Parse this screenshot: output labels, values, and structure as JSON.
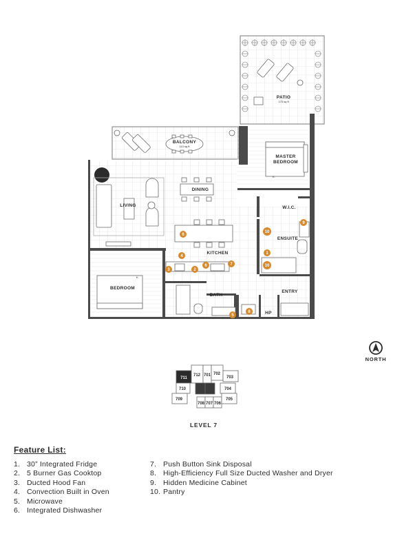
{
  "rooms": {
    "patio": "PATIO",
    "patio_area": "175 sq ft",
    "balcony": "BALCONY",
    "balcony_area": "110 sq ft",
    "master_bedroom_line1": "MASTER",
    "master_bedroom_line2": "BEDROOM",
    "master_k": "K.",
    "dining": "DINING",
    "living": "LIVING",
    "wic": "W.I.C.",
    "ensuite": "ENSUITE",
    "kitchen": "KITCHEN",
    "bedroom": "BEDROOM",
    "bedroom_k": "K.",
    "bath": "BATH",
    "entry": "ENTRY",
    "hp": "HP"
  },
  "markers": [
    "1",
    "2",
    "3",
    "4",
    "5",
    "6",
    "7",
    "8",
    "9",
    "10"
  ],
  "accent_color": "#d9892a",
  "key_plan": {
    "units": [
      "711",
      "712",
      "701",
      "702",
      "703",
      "710",
      "704",
      "709",
      "708",
      "707",
      "706",
      "705"
    ],
    "highlighted_unit": "711",
    "level_label": "LEVEL 7"
  },
  "compass": {
    "label": "NORTH",
    "icon": "north-arrow-icon"
  },
  "features": {
    "title": "Feature List:",
    "items": [
      {
        "num": "1.",
        "text": "30” Integrated Fridge"
      },
      {
        "num": "2.",
        "text": "5 Burner Gas Cooktop"
      },
      {
        "num": "3.",
        "text": "Ducted Hood Fan"
      },
      {
        "num": "4.",
        "text": "Convection Built in Oven"
      },
      {
        "num": "5.",
        "text": "Microwave"
      },
      {
        "num": "6.",
        "text": "Integrated Dishwasher"
      },
      {
        "num": "7.",
        "text": "Push Button Sink Disposal"
      },
      {
        "num": "8.",
        "text": "High-Efficiency Full Size Ducted Washer and Dryer"
      },
      {
        "num": "9.",
        "text": "Hidden Medicine Cabinet"
      },
      {
        "num": "10.",
        "text": "Pantry"
      }
    ]
  }
}
